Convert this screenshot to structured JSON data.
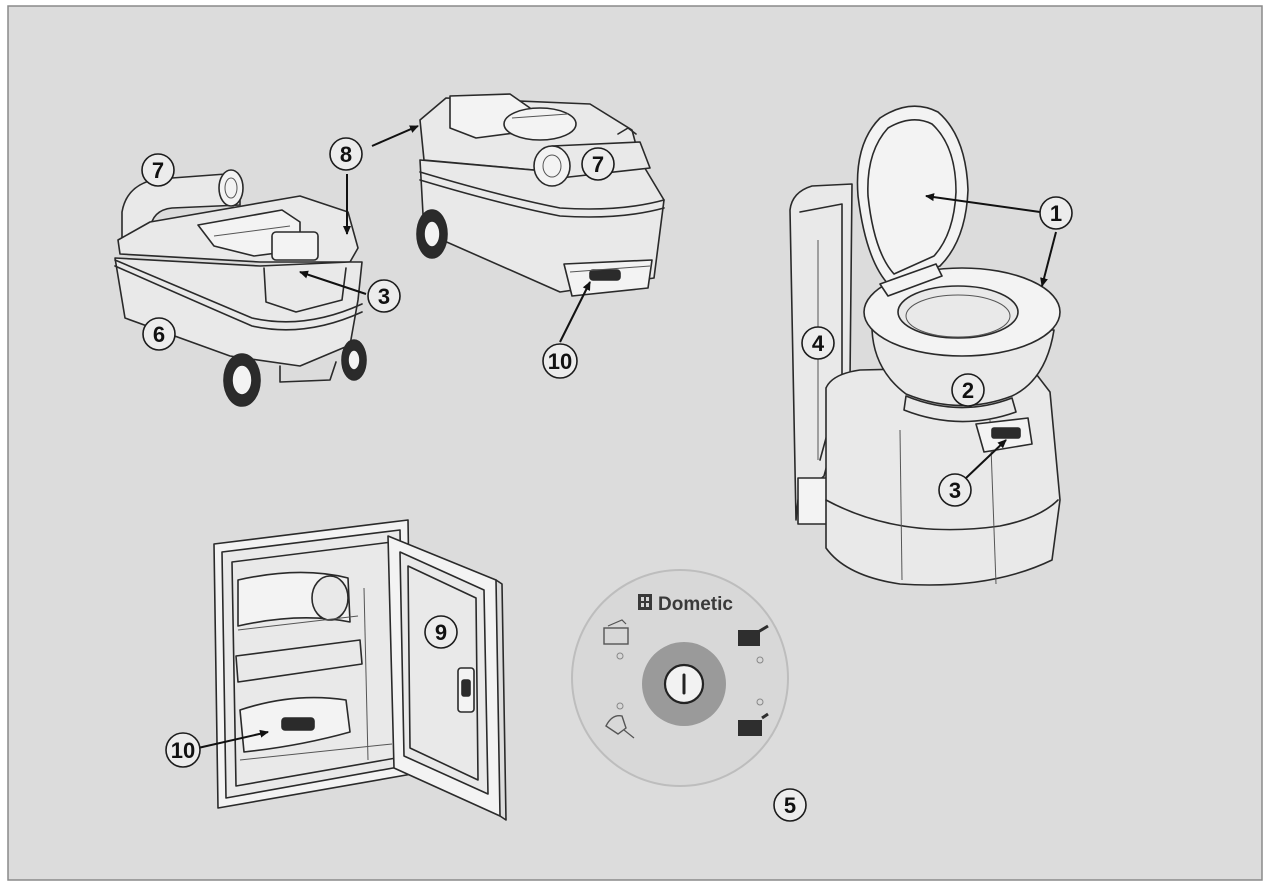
{
  "colors": {
    "background": "#dcdcdc",
    "frame": "#8a8a8a",
    "line_art": "#2a2a2a",
    "panel_ring": "#a8a8a8",
    "panel_face": "#d8d8d8",
    "panel_button_ring": "#9a9a9a"
  },
  "callouts": {
    "c1": "1",
    "c2": "2",
    "c3_cassette": "3",
    "c3_toilet": "3",
    "c4": "4",
    "c5": "5",
    "c6": "6",
    "c7_left": "7",
    "c7_right": "7",
    "c8": "8",
    "c9": "9",
    "c10_cassette": "10",
    "c10_door": "10"
  },
  "control_panel": {
    "brand": "Dometic",
    "icons": [
      "tank-level-icon",
      "flush-tank-icon",
      "tank-full-icon",
      "cassette-full-icon",
      "power-button-icon"
    ]
  }
}
